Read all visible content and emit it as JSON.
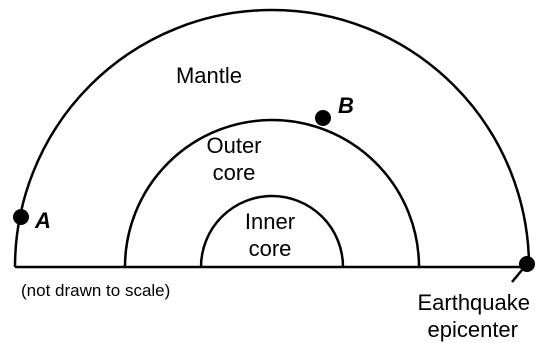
{
  "labels": {
    "mantle": "Mantle",
    "outer_core_line1": "Outer",
    "outer_core_line2": "core",
    "inner_core_line1": "Inner",
    "inner_core_line2": "core",
    "note": "(not drawn to scale)",
    "epicenter_line1": "Earthquake",
    "epicenter_line2": "epicenter"
  },
  "points": {
    "a": "A",
    "b": "B"
  },
  "colors": {
    "stroke": "#000000",
    "background": "#ffffff"
  }
}
